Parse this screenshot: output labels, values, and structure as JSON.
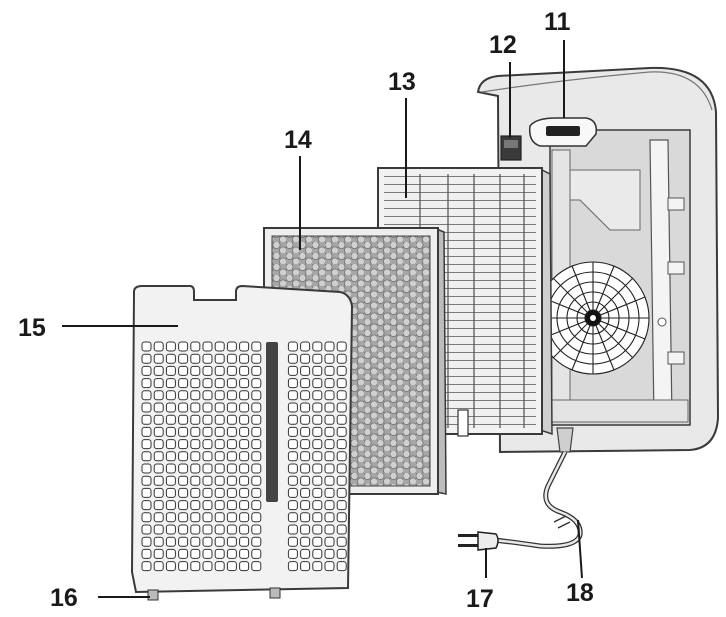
{
  "callouts": {
    "c11": "11",
    "c12": "12",
    "c13": "13",
    "c14": "14",
    "c15": "15",
    "c16": "16",
    "c17": "17",
    "c18": "18"
  },
  "colors": {
    "outline": "#3a3a3a",
    "panel": "#f2f2f2",
    "shell": "#e9e9e9",
    "carbon_filter": "#9a9a9a",
    "hepa_filter": "#eeeeee"
  }
}
